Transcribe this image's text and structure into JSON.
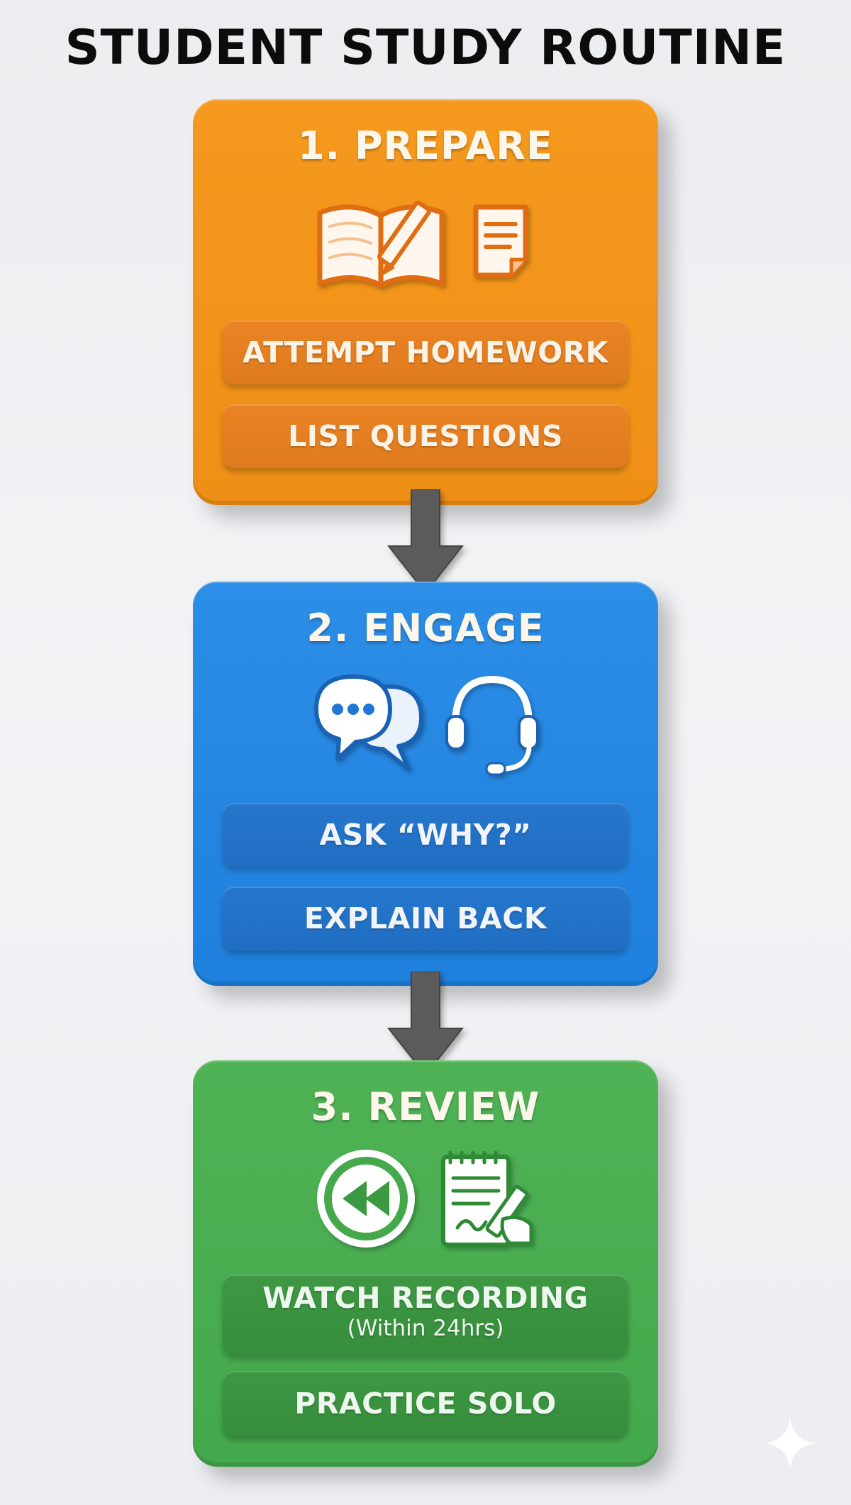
{
  "title": "STUDENT STUDY ROUTINE",
  "colors": {
    "prepare": "#f0901a",
    "engage": "#2384e0",
    "review": "#48ac50",
    "arrow": "#5a5a5a"
  },
  "steps": [
    {
      "heading": "1. PREPARE",
      "icons": [
        "open-book-pencil-icon",
        "notepad-icon"
      ],
      "actions": [
        {
          "label": "ATTEMPT HOMEWORK"
        },
        {
          "label": "LIST QUESTIONS"
        }
      ]
    },
    {
      "heading": "2. ENGAGE",
      "icons": [
        "chat-bubbles-icon",
        "headset-icon"
      ],
      "actions": [
        {
          "label": "ASK “WHY?”"
        },
        {
          "label": "EXPLAIN BACK"
        }
      ]
    },
    {
      "heading": "3. REVIEW",
      "icons": [
        "rewind-icon",
        "notepad-writing-icon"
      ],
      "actions": [
        {
          "label": "WATCH RECORDING",
          "note": "(Within 24hrs)"
        },
        {
          "label": "PRACTICE SOLO"
        }
      ]
    }
  ]
}
